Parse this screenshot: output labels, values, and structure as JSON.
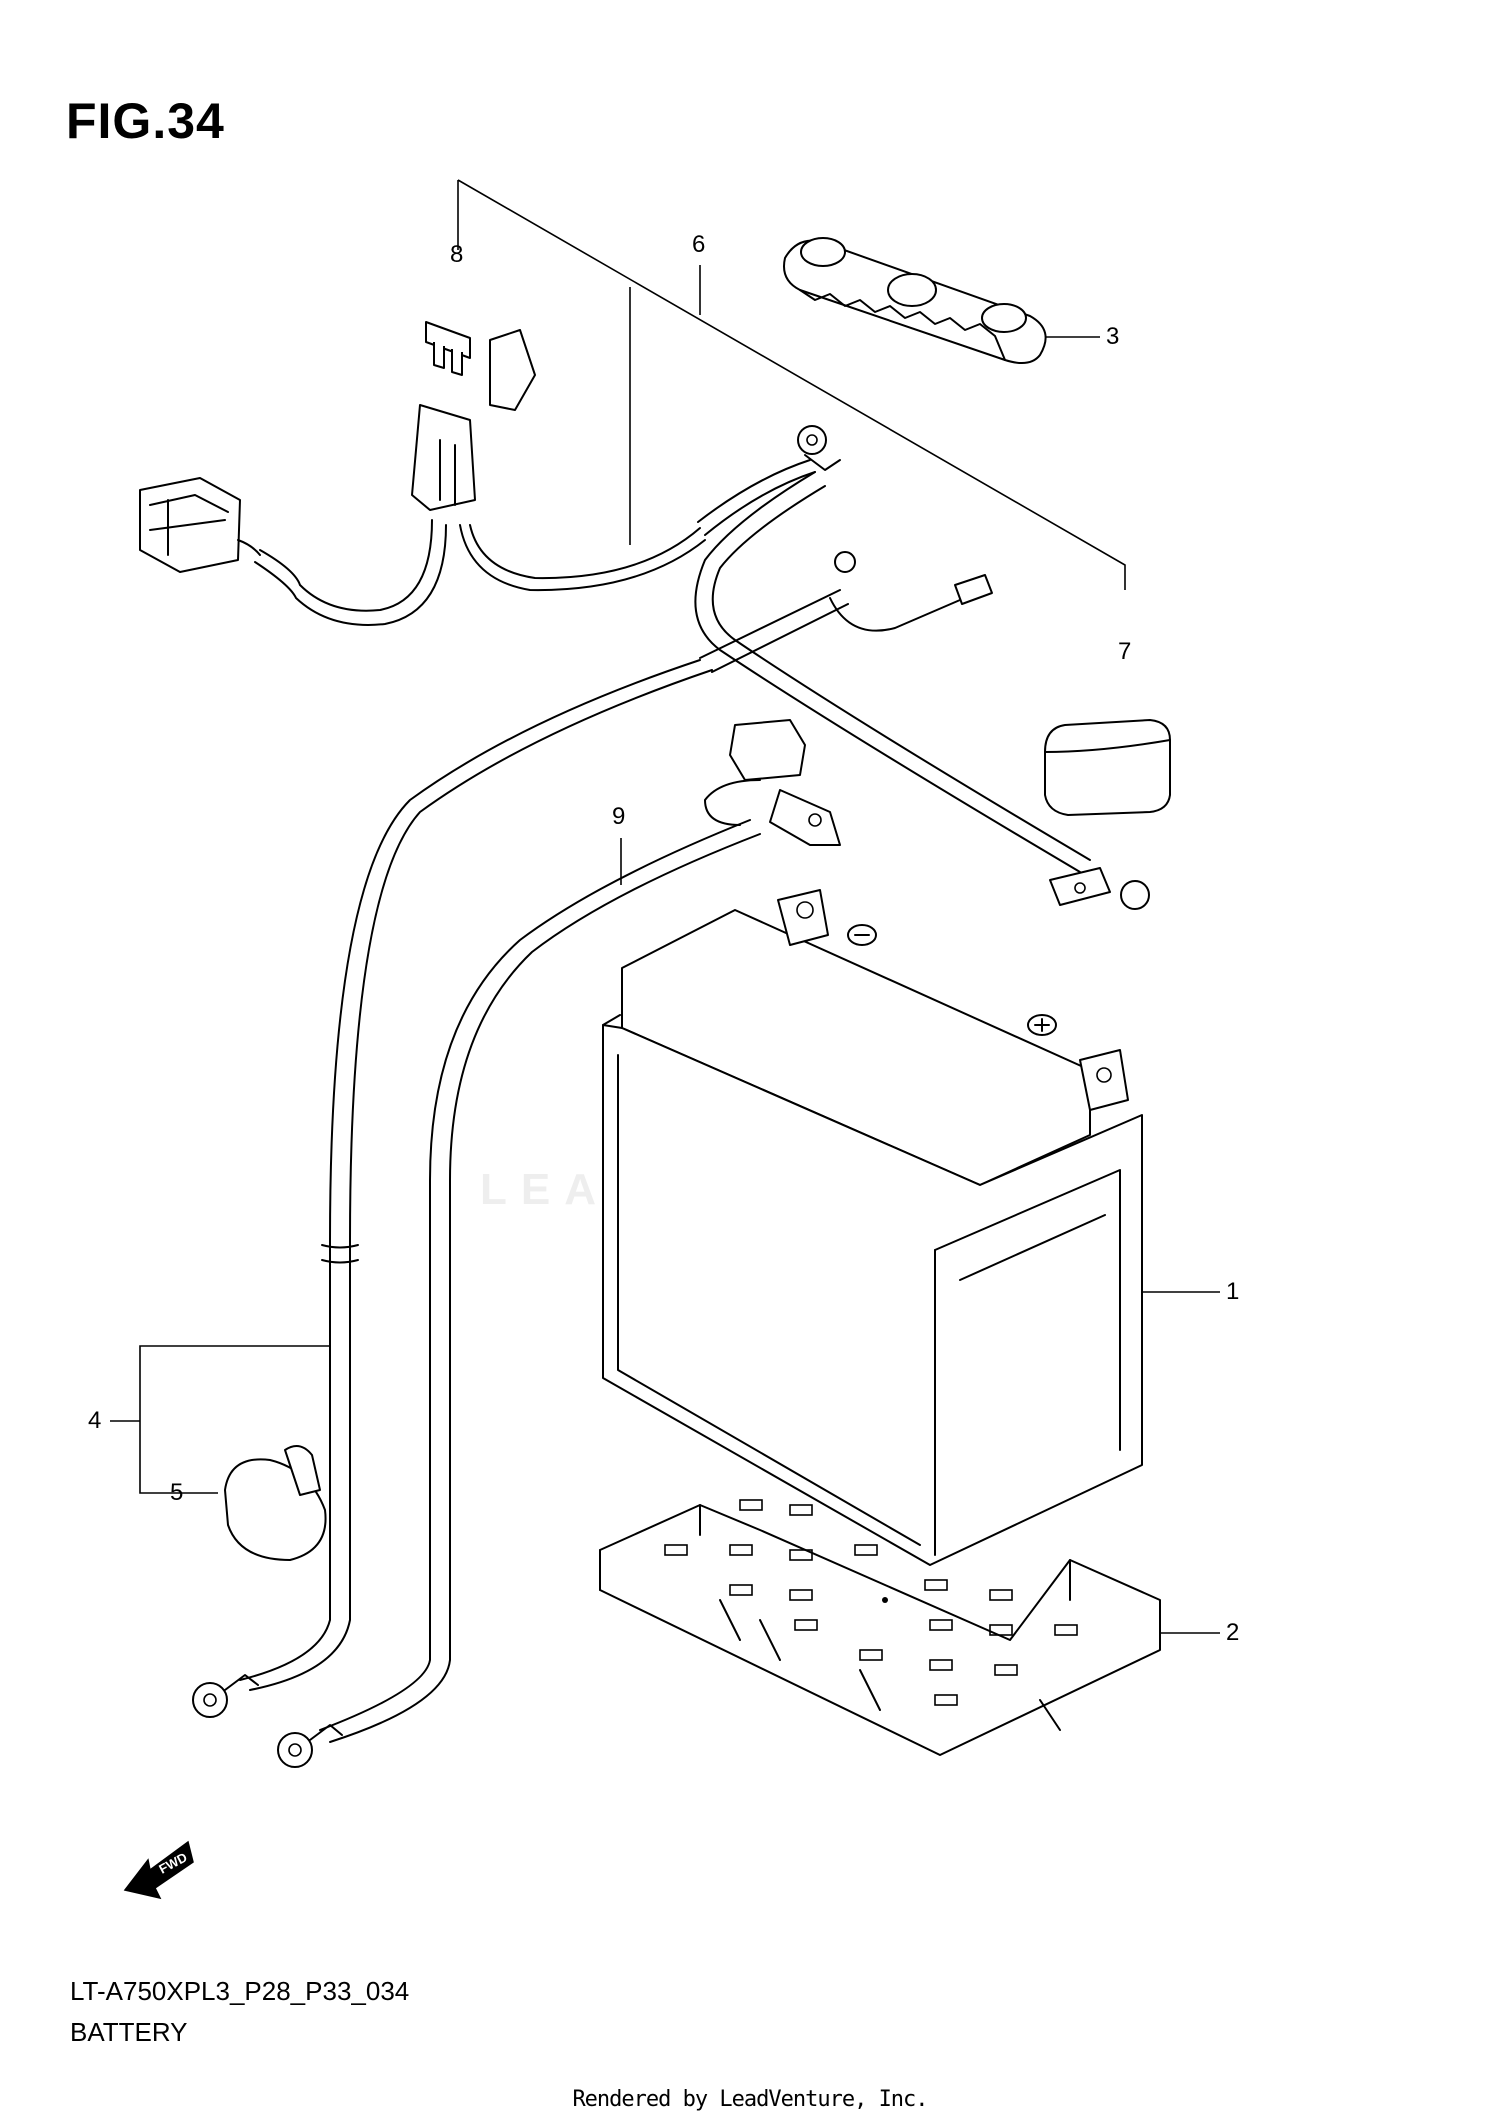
{
  "figure": {
    "title": "FIG.34"
  },
  "callouts": [
    {
      "id": "1",
      "label": "1"
    },
    {
      "id": "2",
      "label": "2"
    },
    {
      "id": "3",
      "label": "3"
    },
    {
      "id": "4",
      "label": "4"
    },
    {
      "id": "5",
      "label": "5"
    },
    {
      "id": "6",
      "label": "6"
    },
    {
      "id": "7",
      "label": "7"
    },
    {
      "id": "8",
      "label": "8"
    },
    {
      "id": "9",
      "label": "9"
    }
  ],
  "direction_badge": {
    "label": "FWD"
  },
  "watermark": {
    "text": "LEADVENTURE"
  },
  "model_code": "LT-A750XPL3_P28_P33_034",
  "caption": "BATTERY",
  "footer": "Rendered by LeadVenture, Inc."
}
